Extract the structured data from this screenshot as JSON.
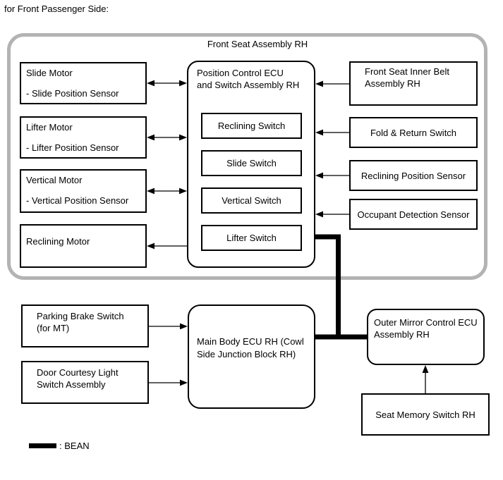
{
  "page": {
    "header_label": "for Front Passenger Side:",
    "colors": {
      "container_border": "#b3b3b3",
      "box_border": "#000000",
      "bean_line": "#000000",
      "text": "#000000",
      "background": "#ffffff"
    }
  },
  "assembly": {
    "title": "Front Seat Assembly RH",
    "left_components": [
      {
        "title": "Slide Motor",
        "subtitle": "- Slide Position Sensor"
      },
      {
        "title": "Lifter Motor",
        "subtitle": "- Lifter Position Sensor"
      },
      {
        "title": "Vertical Motor",
        "subtitle": "- Vertical Position Sensor"
      },
      {
        "title": "Reclining Motor",
        "subtitle": ""
      }
    ],
    "position_control_ecu": {
      "title_line1": "Position Control ECU",
      "title_line2": "and Switch Assembly RH",
      "switches": [
        {
          "label": "Reclining Switch"
        },
        {
          "label": "Slide Switch"
        },
        {
          "label": "Vertical Switch"
        },
        {
          "label": "Lifter Switch"
        }
      ]
    },
    "right_components": [
      {
        "line1": "Front Seat Inner Belt",
        "line2": "Assembly RH"
      },
      {
        "line1": "Fold & Return Switch",
        "line2": ""
      },
      {
        "line1": "Reclining Position Sensor",
        "line2": ""
      },
      {
        "line1": "Occupant Detection Sensor",
        "line2": ""
      }
    ]
  },
  "lower_section": {
    "parking_brake_switch": {
      "line1": "Parking Brake Switch",
      "line2": "(for MT)"
    },
    "door_courtesy_switch": {
      "line1": "Door Courtesy Light",
      "line2": "Switch Assembly"
    },
    "main_body_ecu": {
      "line1": "Main Body ECU RH (Cowl",
      "line2": "Side Junction Block RH)"
    },
    "outer_mirror_ecu": {
      "line1": "Outer Mirror Control ECU",
      "line2": "Assembly RH"
    },
    "seat_memory_switch": {
      "label": "Seat Memory Switch RH"
    }
  },
  "legend": {
    "bean_label": ": BEAN"
  }
}
